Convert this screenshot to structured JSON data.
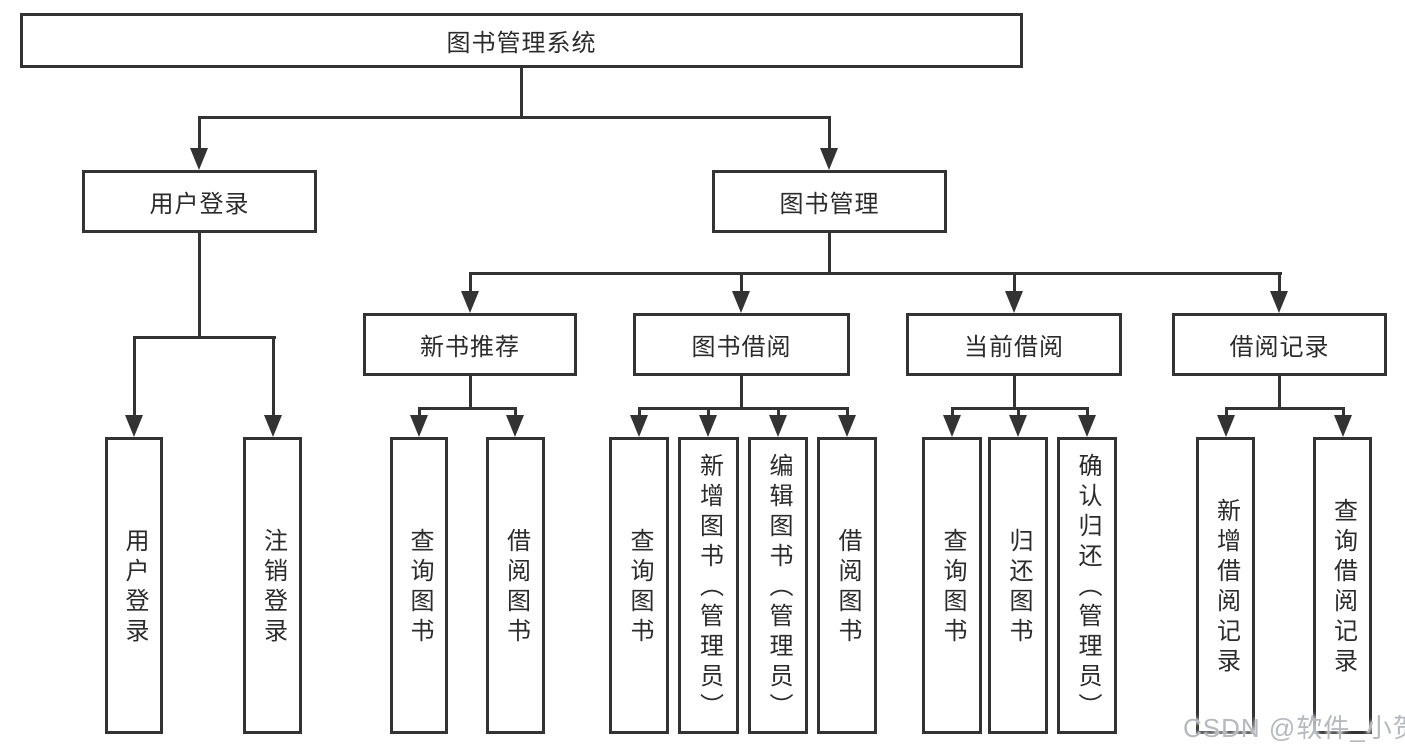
{
  "diagram": {
    "title": "图书管理系统",
    "level1": {
      "user_login": "用户登录",
      "book_management": "图书管理"
    },
    "level2": {
      "new_book_recommendation": "新书推荐",
      "book_borrowing": "图书借阅",
      "current_borrowing": "当前借阅",
      "borrowing_records": "借阅记录"
    },
    "leaves": {
      "user_login_leaf": "用户登录",
      "logout": "注销登录",
      "nb_query_books": "查询图书",
      "nb_borrow_books": "借阅图书",
      "bb_query_books": "查询图书",
      "bb_add_books": "新增图书（管理员）",
      "bb_edit_books": "编辑图书（管理员）",
      "bb_borrow_books": "借阅图书",
      "cb_query_books": "查询图书",
      "cb_return_books": "归还图书",
      "cb_confirm_return": "确认归还（管理员）",
      "br_add_record": "新增借阅记录",
      "br_query_record": "查询借阅记录"
    }
  },
  "watermark": "CSDN @软件_小贺同学",
  "colors": {
    "line": "#333333",
    "text": "#2b2b2b",
    "watermark": "#b6b9bd",
    "background": "#ffffff"
  }
}
